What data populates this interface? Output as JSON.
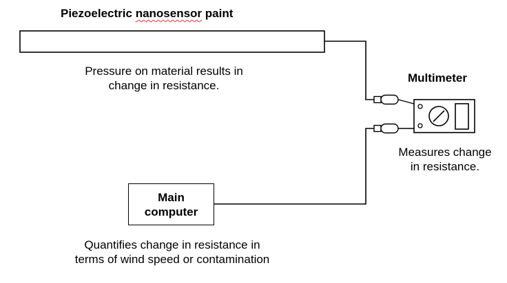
{
  "title": {
    "word1": "Piezoelectric",
    "word2": "nanosensor",
    "word3": "paint"
  },
  "captions": {
    "pressure": [
      "Pressure on material results in",
      "change in resistance."
    ],
    "multimeter_title": "Multimeter",
    "measures": [
      "Measures change",
      "in resistance."
    ],
    "computer_label": [
      "Main",
      "computer"
    ],
    "quantifies": [
      "Quantifies change in resistance in",
      "terms of wind speed or contamination"
    ]
  },
  "icons": {
    "sensor": "paint-strip",
    "meter": "multimeter-icon",
    "computer": "computer-box"
  },
  "colors": {
    "stroke": "#000000",
    "spellcheck_underline": "#e03030"
  }
}
